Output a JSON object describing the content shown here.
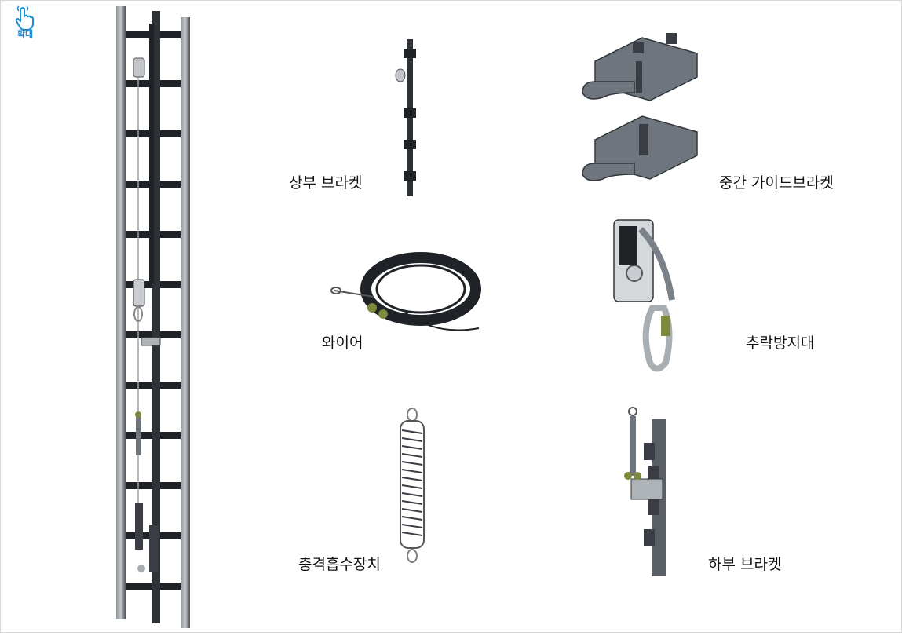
{
  "zoom_button": {
    "label": "확대",
    "icon": "hand-pointer-icon"
  },
  "parts": [
    {
      "id": "top-bracket",
      "label": "상부 브라켓"
    },
    {
      "id": "middle-guide-bracket",
      "label": "중간 가이드브라켓"
    },
    {
      "id": "wire",
      "label": "와이어"
    },
    {
      "id": "fall-arrester",
      "label": "추락방지대"
    },
    {
      "id": "shock-absorber",
      "label": "충격흡수장치"
    },
    {
      "id": "bottom-bracket",
      "label": "하부 브라켓"
    }
  ],
  "colors": {
    "metal_dark": "#3a3e44",
    "metal_mid": "#6f757c",
    "metal_light": "#a9aeb3",
    "accent_blue": "#1a8fd6",
    "olive": "#7d8a3c"
  }
}
